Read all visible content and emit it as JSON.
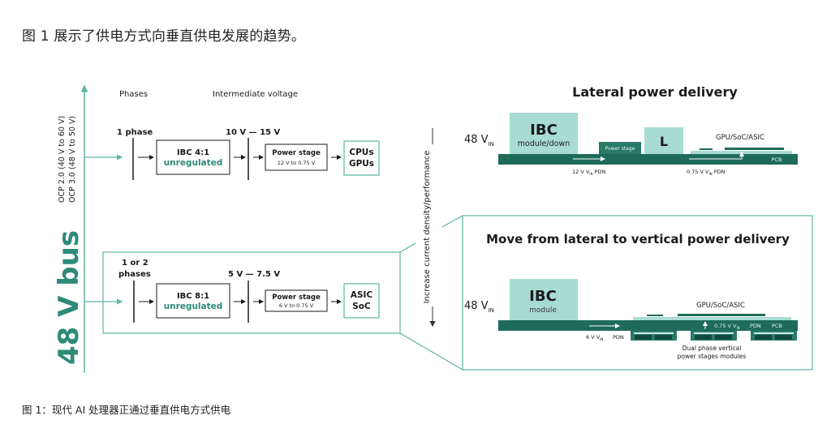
{
  "heading": "图 1 展示了供电方式向垂直供电发展的趋势。",
  "caption": "图 1：现代 AI 处理器正通过垂直供电方式供电",
  "colors": {
    "teal_line": "#5bb5a4",
    "teal_text": "#2e8a78",
    "dark_green": "#1f6b5a",
    "light_teal": "#a8dcd3",
    "black": "#1a1a1a"
  },
  "left_panel": {
    "bus_label": "48 V bus",
    "ocp_lines": [
      "OCP 2.0 (40 V to 60 V)",
      "OCP 3.0 (48 V to 50 V)"
    ],
    "col_headers": {
      "phases": "Phases",
      "intermediate": "Intermediate voltage"
    },
    "row1": {
      "phases": "1 phase",
      "voltage": "10 V — 15 V",
      "ibc_title": "IBC 4:1",
      "ibc_sub": "unregulated",
      "ps_title": "Power stage",
      "ps_sub": "12 V to 0.75 V",
      "load": [
        "CPUs",
        "GPUs"
      ]
    },
    "row2": {
      "phases": [
        "1 or 2",
        "phases"
      ],
      "voltage": "5 V — 7.5 V",
      "ibc_title": "IBC 8:1",
      "ibc_sub": "unregulated",
      "ps_title": "Power stage",
      "ps_sub": "6 V to 0.75 V",
      "load": [
        "ASIC",
        "SoC"
      ]
    }
  },
  "trend_arrow_label": "Increase current density/performance",
  "lateral": {
    "title": "Lateral power delivery",
    "vin": "48 V",
    "vin_sub": "IN",
    "ibc_title": "IBC",
    "ibc_sub": "module/down",
    "power_stage": "Power stage",
    "inductor": "L",
    "chip": "GPU/SoC/ASIC",
    "pcb": "PCB",
    "pdn1": "12 V V",
    "pdn1_sub": "IN",
    "pdn1_tail": " PDN",
    "pdn2": "0.75 V V",
    "pdn2_sub": "IN",
    "pdn2_tail": " PDN"
  },
  "vertical": {
    "title": "Move from lateral to vertical power delivery",
    "vin": "48 V",
    "vin_sub": "IN",
    "ibc_title": "IBC",
    "ibc_sub": "module",
    "chip": "GPU/SoC/ASIC",
    "pdn_a": "6 V V",
    "pdn_a_sub": "IN",
    "pdn_b": "PDN",
    "pdn_c": "0.75 V V",
    "pdn_c_sub": "IN",
    "pdn_d": "PDN",
    "pcb": "PCB",
    "modules_label": [
      "Dual phase vertical",
      "power stages modules"
    ]
  }
}
